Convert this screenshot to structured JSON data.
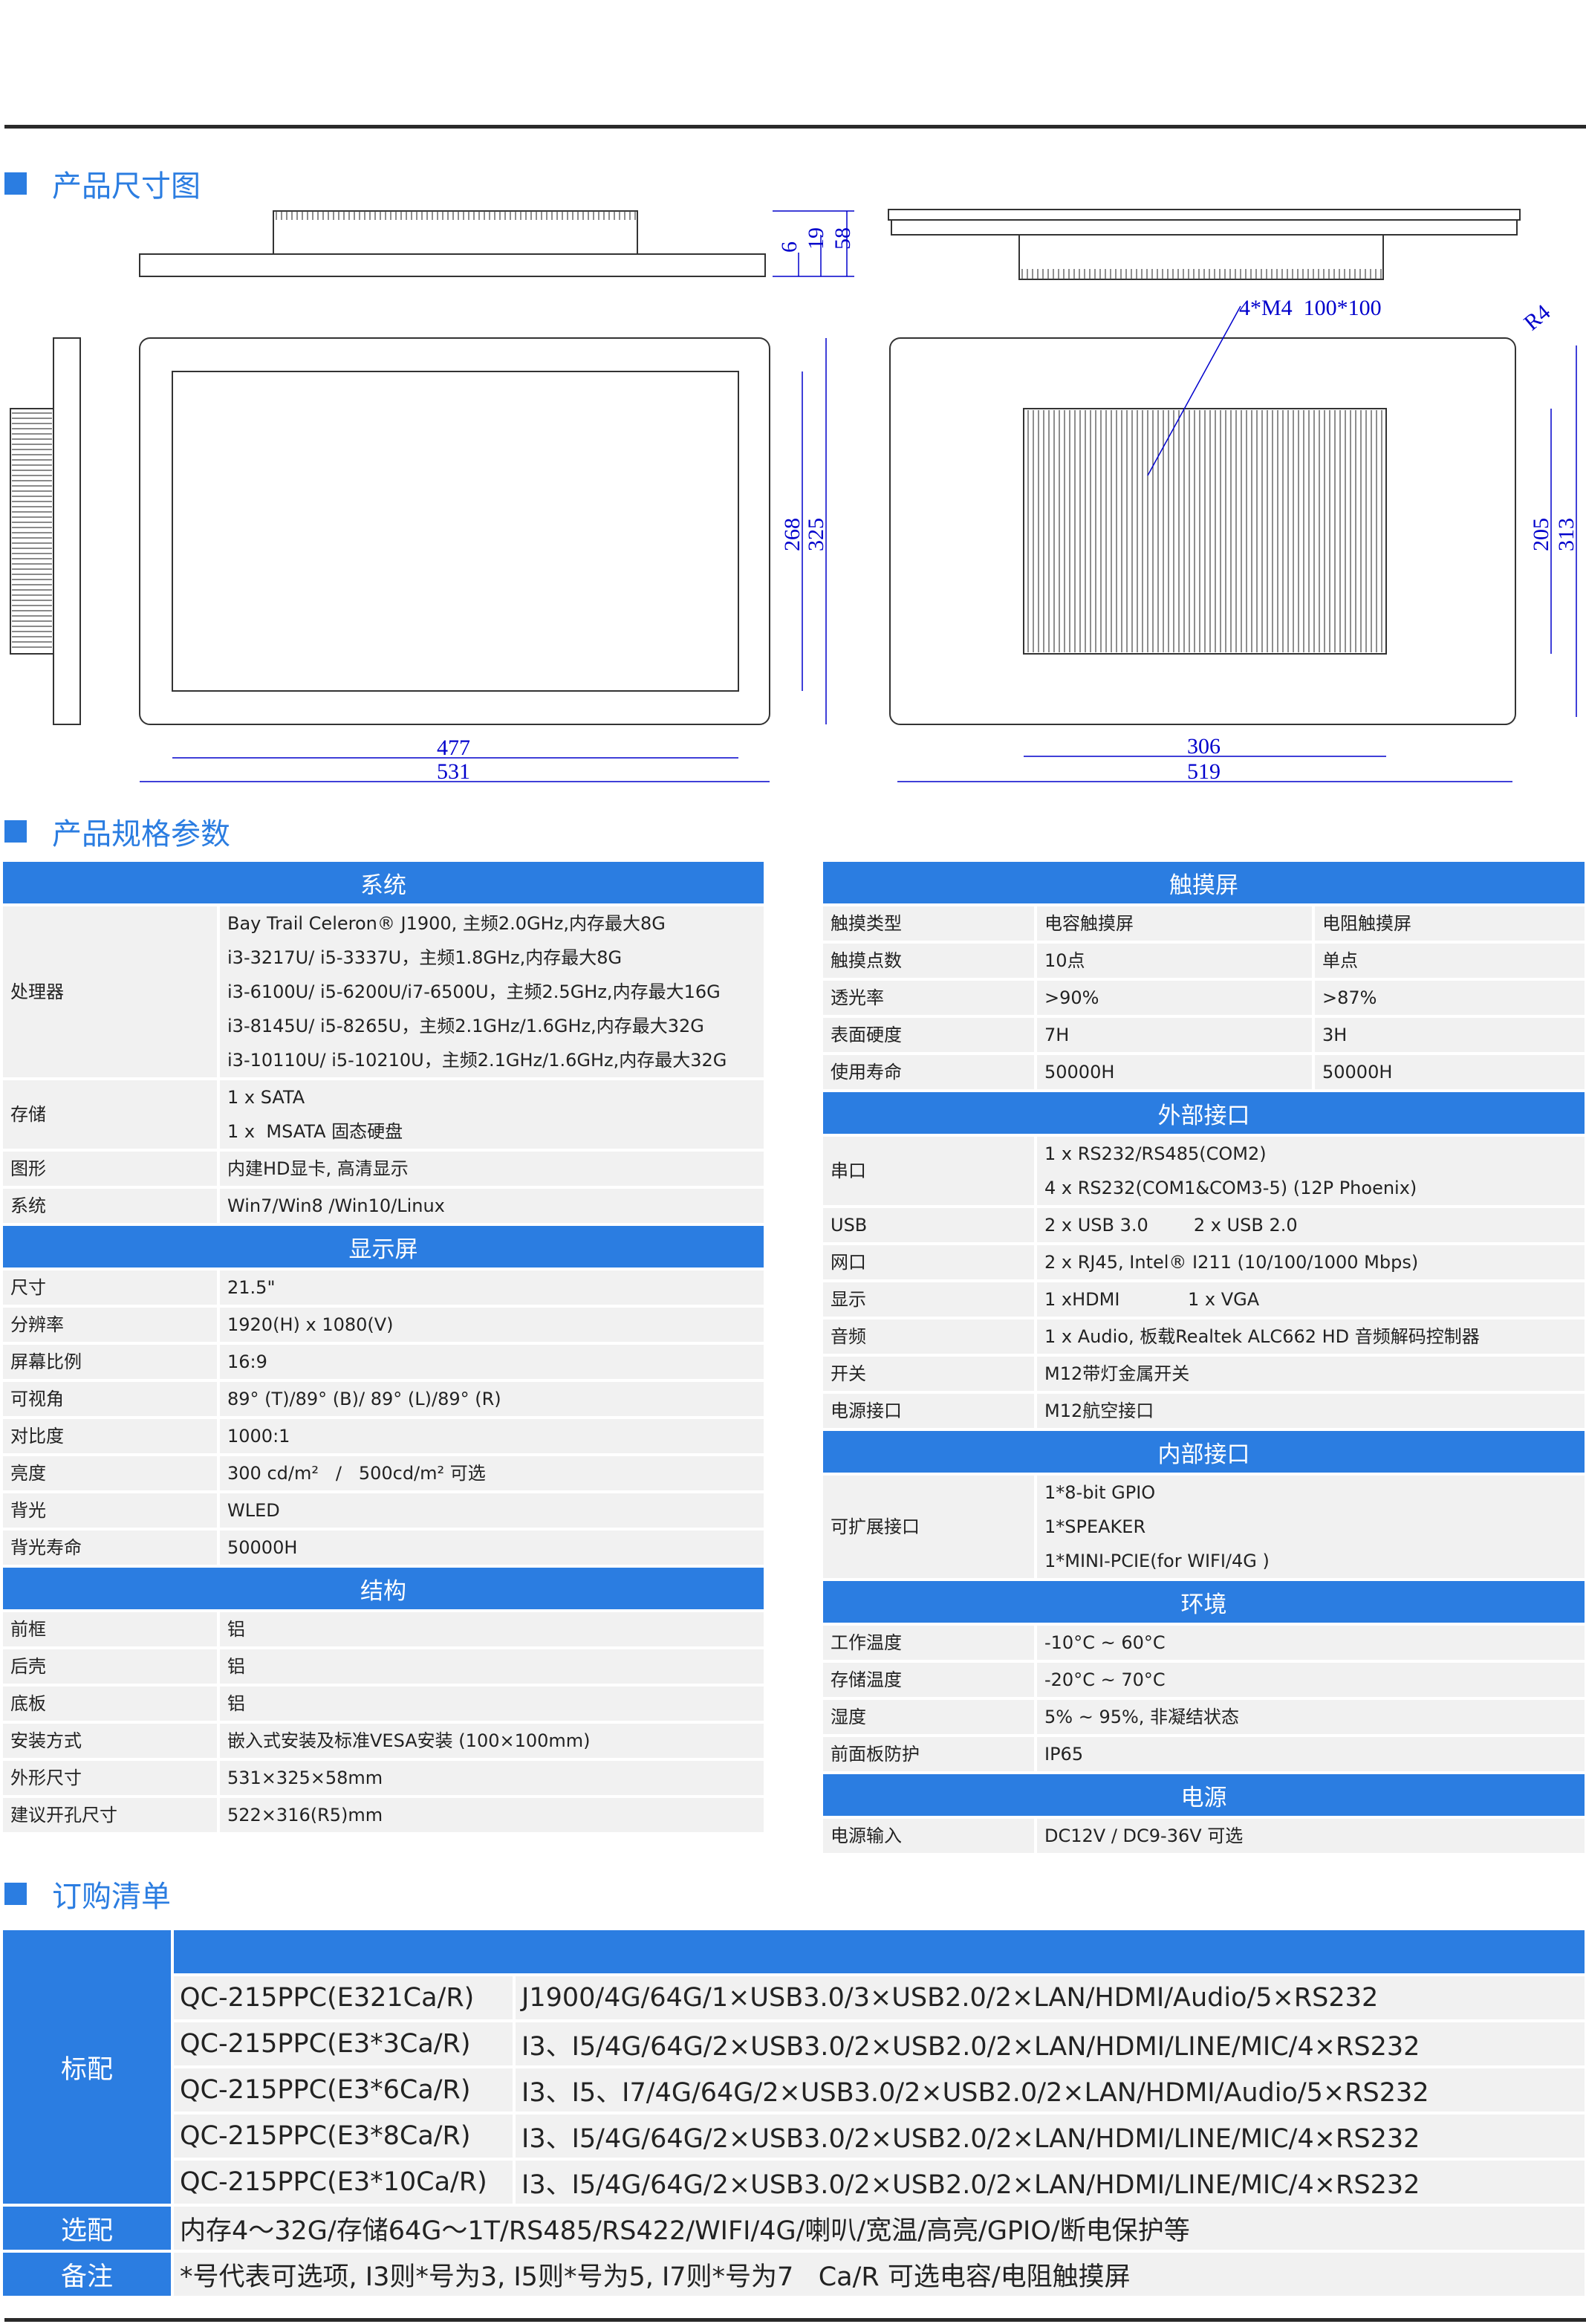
{
  "sections": {
    "dimensions": "产品尺寸图",
    "specs": "产品规格参数",
    "order": "订购清单"
  },
  "drawing": {
    "side_dims": [
      "6",
      "19",
      "58"
    ],
    "front_dims": {
      "inner_h": "268",
      "outer_h": "325",
      "inner_w": "477",
      "outer_w": "531"
    },
    "rear_dims": {
      "heatsink_h": "205",
      "outer_h": "313",
      "heatsink_w": "306",
      "outer_w": "519"
    },
    "mount_note": "4*M4  100*100",
    "radius": "R4",
    "line_color": "#0000cc"
  },
  "left_table": {
    "system": {
      "title": "系统",
      "rows": [
        {
          "label": "处理器",
          "lines": [
            "Bay Trail Celeron® J1900, 主频2.0GHz,内存最大8G",
            "i3-3217U/ i5-3337U，主频1.8GHz,内存最大8G",
            "i3-6100U/ i5-6200U/i7-6500U，主频2.5GHz,内存最大16G",
            "i3-8145U/ i5-8265U，主频2.1GHz/1.6GHz,内存最大32G",
            "i3-10110U/ i5-10210U，主频2.1GHz/1.6GHz,内存最大32G"
          ]
        },
        {
          "label": "存储",
          "lines": [
            "1 x SATA",
            "1 x  MSATA 固态硬盘"
          ]
        },
        {
          "label": "图形",
          "lines": [
            "内建HD显卡, 高清显示"
          ]
        },
        {
          "label": "系统",
          "lines": [
            "Win7/Win8 /Win10/Linux"
          ]
        }
      ]
    },
    "display": {
      "title": "显示屏",
      "rows": [
        {
          "label": "尺寸",
          "lines": [
            "21.5\""
          ]
        },
        {
          "label": "分辨率",
          "lines": [
            "1920(H) x 1080(V)"
          ]
        },
        {
          "label": "屏幕比例",
          "lines": [
            "16:9"
          ]
        },
        {
          "label": "可视角",
          "lines": [
            "89° (T)/89° (B)/ 89° (L)/89° (R)"
          ]
        },
        {
          "label": "对比度",
          "lines": [
            "1000:1"
          ]
        },
        {
          "label": "亮度",
          "lines": [
            "300 cd/m²   /   500cd/m² 可选"
          ]
        },
        {
          "label": "背光",
          "lines": [
            "WLED"
          ]
        },
        {
          "label": "背光寿命",
          "lines": [
            "50000H"
          ]
        }
      ]
    },
    "structure": {
      "title": "结构",
      "rows": [
        {
          "label": "前框",
          "lines": [
            "铝"
          ]
        },
        {
          "label": "后壳",
          "lines": [
            "铝"
          ]
        },
        {
          "label": "底板",
          "lines": [
            "铝"
          ]
        },
        {
          "label": "安装方式",
          "lines": [
            "嵌入式安装及标准VESA安装 (100×100mm)"
          ]
        },
        {
          "label": "外形尺寸",
          "lines": [
            "531×325×58mm"
          ]
        },
        {
          "label": "建议开孔尺寸",
          "lines": [
            "522×316(R5)mm"
          ]
        }
      ]
    }
  },
  "right_table": {
    "touch": {
      "title": "触摸屏",
      "rows": [
        {
          "label": "触摸类型",
          "a": "电容触摸屏",
          "b": "电阻触摸屏"
        },
        {
          "label": "触摸点数",
          "a": "10点",
          "b": "单点"
        },
        {
          "label": "透光率",
          "a": ">90%",
          "b": ">87%"
        },
        {
          "label": "表面硬度",
          "a": "7H",
          "b": "3H"
        },
        {
          "label": "使用寿命",
          "a": "50000H",
          "b": "50000H"
        }
      ]
    },
    "external": {
      "title": "外部接口",
      "rows": [
        {
          "label": "串口",
          "lines": [
            "1 x RS232/RS485(COM2)",
            "4 x RS232(COM1&COM3-5) (12P Phoenix)"
          ]
        },
        {
          "label": "USB",
          "lines": [
            "2 x USB 3.0        2 x USB 2.0"
          ]
        },
        {
          "label": "网口",
          "lines": [
            "2 x RJ45, Intel® I211 (10/100/1000 Mbps)"
          ]
        },
        {
          "label": "显示",
          "lines": [
            "1 xHDMI            1 x VGA"
          ]
        },
        {
          "label": "音频",
          "lines": [
            "1 x Audio, 板载Realtek ALC662 HD 音频解码控制器"
          ]
        },
        {
          "label": "开关",
          "lines": [
            "M12带灯金属开关"
          ]
        },
        {
          "label": "电源接口",
          "lines": [
            "M12航空接口"
          ]
        }
      ]
    },
    "internal": {
      "title": "内部接口",
      "rows": [
        {
          "label": "可扩展接口",
          "lines": [
            "1*8-bit GPIO",
            "1*SPEAKER",
            "1*MINI-PCIE(for WIFI/4G )"
          ]
        }
      ]
    },
    "environment": {
      "title": "环境",
      "rows": [
        {
          "label": "工作温度",
          "lines": [
            "-10°C ~ 60°C"
          ]
        },
        {
          "label": "存储温度",
          "lines": [
            "-20°C ~ 70°C"
          ]
        },
        {
          "label": "湿度",
          "lines": [
            "5% ~ 95%, 非凝结状态"
          ]
        },
        {
          "label": "前面板防护",
          "lines": [
            "IP65"
          ]
        }
      ]
    },
    "power": {
      "title": "电源",
      "rows": [
        {
          "label": "电源输入",
          "lines": [
            "DC12V / DC9-36V 可选"
          ]
        }
      ]
    }
  },
  "order": {
    "standard_label": "标配",
    "models": [
      {
        "model": "QC-215PPC(E321Ca/R)",
        "config": "J1900/4G/64G/1×USB3.0/3×USB2.0/2×LAN/HDMI/Audio/5×RS232"
      },
      {
        "model": "QC-215PPC(E3*3Ca/R)",
        "config": "I3、I5/4G/64G/2×USB3.0/2×USB2.0/2×LAN/HDMI/LINE/MIC/4×RS232"
      },
      {
        "model": "QC-215PPC(E3*6Ca/R)",
        "config": "I3、I5、I7/4G/64G/2×USB3.0/2×USB2.0/2×LAN/HDMI/Audio/5×RS232"
      },
      {
        "model": "QC-215PPC(E3*8Ca/R)",
        "config": "I3、I5/4G/64G/2×USB3.0/2×USB2.0/2×LAN/HDMI/LINE/MIC/4×RS232"
      },
      {
        "model": "QC-215PPC(E3*10Ca/R)",
        "config": "I3、I5/4G/64G/2×USB3.0/2×USB2.0/2×LAN/HDMI/LINE/MIC/4×RS232"
      }
    ],
    "optional_label": "选配",
    "optional": "内存4～32G/存储64G～1T/RS485/RS422/WIFI/4G/喇叭/宽温/高亮/GPIO/断电保护等",
    "note_label": "备注",
    "note": "*号代表可选项, I3则*号为3, I5则*号为5, I7则*号为7   Ca/R 可选电容/电阻触摸屏"
  },
  "colors": {
    "accent": "#2b7de1",
    "row_bg": "#f1f1f1",
    "dimension": "#0000cc"
  }
}
